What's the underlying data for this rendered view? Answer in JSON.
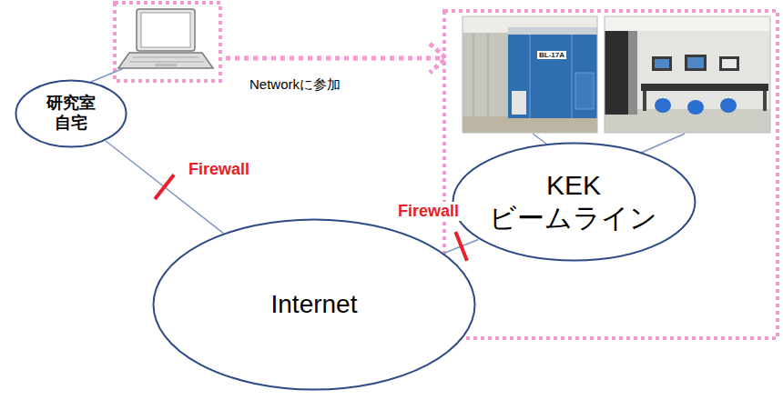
{
  "diagram": {
    "nodes": [
      {
        "text": [
          "研究室 自宅"
        ]
      },
      {
        "text": [
          "KEK ビームライン"
        ]
      },
      {
        "text": [
          "Internet"
        ]
      }
    ],
    "edges": [
      {
        "from": 0,
        "to": 2,
        "arrow": "none"
      },
      {
        "from": 2,
        "to": 1,
        "arrow": "none"
      }
    ],
    "labels": [
      "Networkに参加",
      "Firewall",
      "Firewall",
      "BL-17A"
    ]
  }
}
